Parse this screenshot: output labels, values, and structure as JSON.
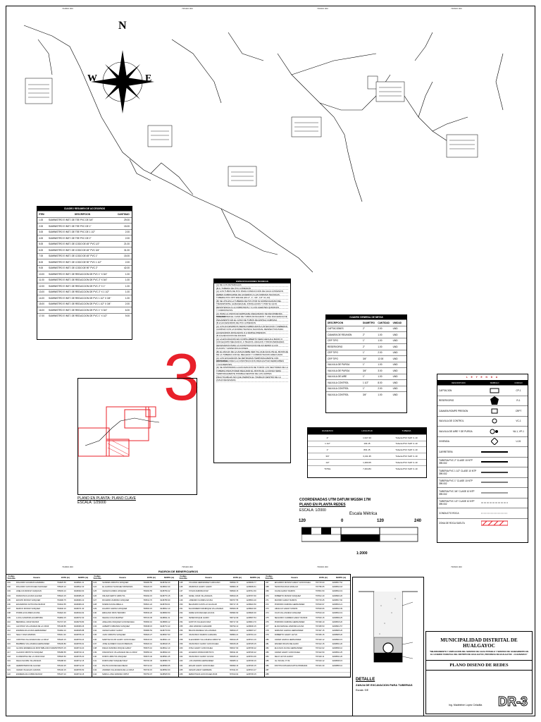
{
  "sheet": {
    "top_grid_labels": [
      "794800.000",
      "795400.000",
      "796000.000",
      "796600.000"
    ],
    "bottom_grid_labels": [
      "794800.000",
      "795400.000",
      "796000.000",
      "796600.000"
    ],
    "compass": {
      "n": "N",
      "s": "",
      "e": "E",
      "w": "W"
    },
    "big_number": "3"
  },
  "accesorios": {
    "title": "CUADRO RESUMEN DE ACCESORIOS",
    "headers": [
      "ITEM",
      "DESCRIPCION",
      "CANTIDAD"
    ],
    "rows": [
      [
        "1.00",
        "SUMINISTRO E INST. DE TEE PVC DE 3/4\"",
        "29.00"
      ],
      [
        "2.00",
        "SUMINISTRO E INST. DE TEE PVC DE 1\"",
        "15.00"
      ],
      [
        "3.00",
        "SUMINISTRO E INST. DE TEE PVC DE 1 1/2\"",
        "2.00"
      ],
      [
        "4.00",
        "SUMINISTRO E INST. DE TEE PVC DE 2\"",
        "2.00"
      ],
      [
        "5.00",
        "SUMINISTRO E INST. DE CODO DE 45° PVC 1/2\"",
        "21.00"
      ],
      [
        "6.00",
        "SUMINISTRO E INST. DE CODO DE 45° PVC 3/4\"",
        "31.00"
      ],
      [
        "7.00",
        "SUMINISTRO E INST. DE CODO DE 45° PVC 1\"",
        "15.00"
      ],
      [
        "8.00",
        "SUMINISTRO E INST. DE CODO DE 90° PVC 1 1/2\"",
        "2.00"
      ],
      [
        "9.00",
        "SUMINISTRO E INST. DE CODO DE 90° PVC 2\"",
        "42.00"
      ],
      [
        "10.00",
        "SUMINISTRO E INST. DE REDUCCION DE PVC 1\" X 3/4\"",
        "1.00"
      ],
      [
        "11.00",
        "SUMINISTRO E INST. DE REDUCCION DE PVC 2\" X 3/4\"",
        "1.00"
      ],
      [
        "12.00",
        "SUMINISTRO E INST. DE REDUCCION DE PVC 2\" X 1\"",
        "1.00"
      ],
      [
        "13.00",
        "SUMINISTRO E INST. DE REDUCCION DE PVC 2\" X 1 1/2\"",
        "1.00"
      ],
      [
        "14.00",
        "SUMINISTRO E INST. DE REDUCCION DE PVC 1 1/2\" X 3/4\"",
        "1.00"
      ],
      [
        "15.00",
        "SUMINISTRO E INST. DE REDUCCION DE PVC 1 1/2\" X 3/4\"",
        "2.00"
      ],
      [
        "16.00",
        "SUMINISTRO E INST. DE REDUCCION DE PVC 1\" X 3/4\"",
        "6.00"
      ],
      [
        "17.00",
        "SUMINISTRO E INST. DE REDUCCION DE PVC 1\" X 1/2\"",
        "9.00"
      ]
    ]
  },
  "especificaciones": {
    "title": "ESPECIFICACIONES TECNICAS",
    "lines": [
      "(A) DE LOS MATERIALES:",
      "(B.1) TUBERIA DE PVC A PRESION",
      "(A) LOS TUBOS DE PVC PARA CONDUCCION DE AGUA A PRESION",
      "DEBEN FABRICARSE DE ACUERDO A LAS NORMAS TECNICAS",
      "TUBERIA PVC NTP 399.002 (DN 2\", 1\", 3/4\", 1/2\" CL-10)",
      "(B) SE UTILIZA LA TUBERIA DE PVC POR SU ESPECIALIDAD DEL",
      "TRANSPORTE, ALMACENAJE, INSTALACION Y POR SU ALTA",
      "RESISTENCIA A LA CORROSION Y A LOS AGENTES QUIMICOS",
      "Y CORROSIVOS.",
      "(C) PARA LA UNION EN EMPALME ASEGURADO SE RECOMIENDA UTILIZAR",
      "TEFLON PARA EL CASO DE TUBOS ROSCADOS Y UNA DILIGENCIA DE",
      "PEGAMENTO EN EL CASO DE TUBOS DE ESPIGA CAMPANA",
      "(B.2) ACCESORIOS DE PVC A PRESION",
      "(A) LOS ACCESORIOS SERAN FABRICADOS A INYECCION Y DEBERAN",
      "CUMPLIR CON LA NORMA TECNICA NACIONAL RESPECTIVA PARA",
      "ACCESORIOS ROSCADOS O A SIMPLE PRESION",
      "(B.3) EJECUCION DE ZANJAS",
      "(A) LA EXCAVACION EN CORTE ABIERTO SERA HECHA A MANO O",
      "CON EQUIPO MECANICO, A TRAZOS, ANCHOS Y PROFUNDIDADES",
      "NECESARIAS PARA LA CONSTRUCCION DE ACUERDO A LOS",
      "PLANOS Y ESPECIFICACIONES.",
      "(B) EL ANCHO DE LA ZANJA DEBE SER TAL QUE FACILITE EL MONTAJE",
      "DE LA TUBERIA CON EL RELLENO Y COMPACTACION ADECUADO.",
      "(C) LOS EXCAVADOS SE RETIRARAN TEMPORALMENTE CON DISTANCIA",
      "ANTICIPADA PARA LA CONSTRUCCION PARA EVITAR DERRUMBES",
      "Y ACCIDENTES.",
      "(D) SE DISPONDRA LA EXCAVACION DE TODOS LOS SECTORES DE LA",
      "TUBERIA PARA PODER REALIZAR EL MONTAJE, LA ZANJA SERA",
      "TEMPORALMENTE POSIBLE DENTRO DE LOS LIMITES",
      "PRACTICABLES SIN QUE PERMITA EL TRABAJO DENTRO DE LA",
      "ZANJA NECESARIA."
    ]
  },
  "metas": {
    "title": "CUADRO GENERAL DE METAS",
    "headers": [
      "DESCRIPCION",
      "DIAMETRO",
      "CANTIDAD",
      "UNIDAD"
    ],
    "rows": [
      [
        "CAPTACIONES",
        "2\"",
        "2.00",
        "UND"
      ],
      [
        "CAMARA DE REUNION",
        "2\"",
        "1.00",
        "UND"
      ],
      [
        "CRP TIPO",
        "1\"",
        "1.00",
        "UND"
      ],
      [
        "RESERVORIO",
        "2\"",
        "1.00",
        "UND"
      ],
      [
        "CRP TIPO",
        "1\"",
        "2.00",
        "UND"
      ],
      [
        "CRP TIPO",
        "3/4\"",
        "12.00",
        "UND"
      ],
      [
        "VALVULA DE PURGA",
        "1\"",
        "1.00",
        "UND"
      ],
      [
        "VALVULA DE PURGA",
        "3/4\"",
        "3.00",
        "UND"
      ],
      [
        "VALVULA DE AIRE",
        "1\"",
        "1.00",
        "UND"
      ],
      [
        "VALVULA CONTROL",
        "1 1/2\"",
        "8.00",
        "UND"
      ],
      [
        "VALVULA CONTROL",
        "1\"",
        "2.00",
        "UND"
      ],
      [
        "VALVULA CONTROL",
        "3/4\"",
        "1.00",
        "UND"
      ]
    ]
  },
  "tuberias": {
    "headers": [
      "DIAMETRO",
      "LONGITUD",
      "TUBERIA"
    ],
    "rows": [
      [
        "2\"",
        "1,917.43",
        "Tuberia PVC SAP C-10"
      ],
      [
        "1 1/2\"",
        "164.15",
        "Tuberia PVC SAP C-10"
      ],
      [
        "1\"",
        "801.15",
        "Tuberia PVC SAP C-10"
      ],
      [
        "3/4\"",
        "3,131.35",
        "Tuberia PVC SAP C-10"
      ],
      [
        "1/2\"",
        "1,360.05",
        "Tuberia PVC SAP C-10"
      ],
      [
        "TOTAL",
        "7,404.84",
        "Tuberia PVC SAP C-10"
      ]
    ]
  },
  "keyplan": {
    "caption": "PLANO EN PLANTA: PLANO CLAVE",
    "scale": "ESCALA: 1/25000"
  },
  "coords": {
    "datum": "COORDENADAS UTM DATUM WGS84 17M",
    "plano": "PLANO EN PLANTA REDES",
    "escala": "ESCALA: 1/2000",
    "scale_title": "Escala Métrica",
    "ticks": [
      "120",
      "0",
      "120",
      "240"
    ],
    "ratio": "1:2000"
  },
  "leyenda": {
    "title": "L E Y E N D A",
    "headers": [
      "DESCRIPCION",
      "SIMBOLO",
      "CODIGO"
    ],
    "rows": [
      [
        "CAPTACION",
        "CP-1"
      ],
      [
        "RESERVORIO",
        "R-1"
      ],
      [
        "CAMARA ROMPE PRESION",
        "CRP7"
      ],
      [
        "VALVULA DE CONTROL",
        "VC-1"
      ],
      [
        "VALVULA DE AIRE Y DE PURGA",
        "VA-1, VP-1"
      ],
      [
        "VIVIENDA",
        "U-01"
      ],
      [
        "CARRETERA",
        ""
      ],
      [
        "TUBERIA PVC 2\" CLASE 10 NTP 399.002",
        ""
      ],
      [
        "TUBERIA PVC 1 1/2\" CLASE 10 NTP 399.002",
        ""
      ],
      [
        "TUBERIA PVC 1\" CLASE 10 NTP 399.002",
        ""
      ],
      [
        "TUBERIA PVC 3/4\" CLASE 10 NTP 399.002",
        ""
      ],
      [
        "TUBERIA PVC 1/2\" CLASE 10 NTP 399.002",
        ""
      ],
      [
        "CONDUCTO ROCA",
        ""
      ],
      [
        "ZONA DE ROCA SUELTA",
        ""
      ]
    ]
  },
  "beneficiarios": {
    "title": "PADRON DE BENEFICIARIOS",
    "headers": [
      "Codigo Vivienda",
      "Usuario",
      "ESTE (m)",
      "NORTE (m)"
    ],
    "columns": [
      [
        [
          "U01",
          "ROLANDO HUAMAN GAMARRA",
          "794825.55",
          "9248601.21"
        ],
        [
          "U02",
          "ROLANDO GOICOCHEA SANCHEZ",
          "795026.10",
          "9248812.40"
        ],
        [
          "U03",
          "ANELCIA MUNOZ CHIQUIAN",
          "795003.10",
          "9248493.00"
        ],
        [
          "U04",
          "FRANCISCA ACUNA GALVEZ",
          "795022.15",
          "9248486.20"
        ],
        [
          "U05",
          "EDUVIN MUNOZ VASQUEZ",
          "794996.75",
          "9248484.10"
        ],
        [
          "U06",
          "EDUARDINO ANTICONA MUNOZ",
          "794942.55",
          "9248480.24"
        ],
        [
          "U07",
          "MARCO MUNOZ VASQUEZ",
          "794940.10",
          "9248471.30"
        ],
        [
          "U08",
          "PORFILIA FLORES ACUNA",
          "794922.30",
          "9248434.92"
        ],
        [
          "U09",
          "LUCILA ZAMORA HUAMPOMA",
          "794894.15",
          "9248372.30"
        ],
        [
          "U10",
          "BENNIDAL CRUZ MUNOZ",
          "794747.25",
          "9248279.80"
        ],
        [
          "U11",
          "ALFONSO VILLANUEVA DE LA CRUZ",
          "795108.85",
          "9248480.26"
        ],
        [
          "U12",
          "ESMIRALDA ACUNA HERNANDEZ",
          "794962.10",
          "9248465.88"
        ],
        [
          "U13",
          "NELLY DIAZ ZAMORA",
          "795211.30",
          "9248706.10"
        ],
        [
          "U14",
          "CRISTINA VILLANUEVA DE LA CRUZ",
          "795220.15",
          "9248700.24"
        ],
        [
          "U15",
          "BAMBIDIA VILLANUEVA HERNANDEZ",
          "795230.80",
          "9248706.91"
        ],
        [
          "U16",
          "GLORIA ESMERALDA MONTEBLANCO MARIN",
          "795370.15",
          "9248710.20"
        ],
        [
          "U17",
          "CLAUDIO MINTOYA VASQUEZ",
          "795486.55",
          "9248740.13"
        ],
        [
          "U18",
          "FLORENTINA DE LA CRUZ DIAZ",
          "795520.50",
          "9248725.20"
        ],
        [
          "U19",
          "DELIA SACIPE VILLANUEVA",
          "795498.30",
          "9248712.15"
        ],
        [
          "U20",
          "HERMINTERIO DE GALVEZ",
          "795102.25",
          "9248712.20"
        ],
        [
          "U21",
          "CESAR VILLEGAS GAVIDIA",
          "795140.15",
          "9248706.50"
        ],
        [
          "U22",
          "ESMERALDA CUBRA MUNOZ",
          "795107.10",
          "9248710.15"
        ]
      ],
      [
        [
          "U23",
          "SANDRA URRUTIA VASQUEZ",
          "796480.55",
          "9248792.20"
        ],
        [
          "U24",
          "EL HAROLD SANCHEZ MONDOZA",
          "796420.15",
          "9248810.30"
        ],
        [
          "U25",
          "CESAR FLORES VASQUEZ",
          "796460.55",
          "9248760.22"
        ],
        [
          "U26",
          "WILIAM CERTO URRUTIA",
          "796492.15",
          "9248770.15"
        ],
        [
          "U27",
          "RICARDO ZAMORA VASQUEZ",
          "796510.70",
          "9248780.90"
        ],
        [
          "U28",
          "NOEMI ACUNA ABELLA",
          "796521.22",
          "9248793.01"
        ],
        [
          "U29",
          "HILARIO GARCIA VASQUEZ",
          "796500.15",
          "9248812.10"
        ],
        [
          "U30",
          "EMILIANO RIOS TENORIO",
          "796533.20",
          "9248800.50"
        ],
        [
          "U31",
          "NELIDA COCA MARTEZ",
          "795723.35",
          "9248811.01"
        ],
        [
          "U32",
          "ADELAIDA VASQUEZ GOICOECHEA",
          "796690.10",
          "9248809.12"
        ],
        [
          "U33",
          "ALBERTO MIRANDA VASQUEZ",
          "796638.15",
          "9248772.43"
        ],
        [
          "U34",
          "CESAR GARAY GARAY",
          "796680.53",
          "9248770.50"
        ],
        [
          "U35",
          "JUAN URRUTIA VASQUEZ",
          "796620.27",
          "9248637.63"
        ],
        [
          "U36",
          "MARTINA FLOR GARAY GOICOCHEA",
          "796615.15",
          "9248641.10"
        ],
        [
          "U37",
          "JOSE ALFREDO CHILON BERLUN",
          "796620.10",
          "9248618.15"
        ],
        [
          "U38",
          "DIEGO ZAMORA ROQUE GARAY",
          "796670.10",
          "9248612.10"
        ],
        [
          "U39",
          "FRANCISCO VILLANUEVA DE LA CRUZ",
          "796650.10",
          "9248602.20"
        ],
        [
          "U40",
          "DORIS URRUTIA VASQUEZ",
          "796670.40",
          "9248591.45"
        ],
        [
          "U41",
          "DORIS MAR VASQUEZ DIAZ",
          "796700.45",
          "9248583.70"
        ],
        [
          "U42",
          "PAUTA GOICOECHEA MEJIA",
          "796710.10",
          "9248560.05"
        ],
        [
          "U43",
          "ANDRES VILLANUEVA DE LA CRUZ",
          "796730.15",
          "9248552.60"
        ],
        [
          "U44",
          "MARIA LUISA ZAMORA ORTIZ",
          "796750.07",
          "9248525.50"
        ]
      ],
      [
        [
          "U45",
          "YOLANDA HERNANDEZ CARCASIO",
          "796830.70",
          "9248609.77"
        ],
        [
          "U46",
          "MANRONA GARAY GARAY",
          "796860.15",
          "9248609.61"
        ],
        [
          "U47",
          "YOVAN ZAMORA RUIZ",
          "796840.15",
          "9248712.60"
        ],
        [
          "U48",
          "JHOEL CRUZ VILLANUEVA",
          "796810.26",
          "9248707.60"
        ],
        [
          "U49",
          "LORENZO FLORES ACUNA",
          "796707.55",
          "9248501.20"
        ],
        [
          "U50",
          "BELIZARIO CASTILLO AGUILAR",
          "796717.15",
          "9248622.50"
        ],
        [
          "U51",
          "BALDOMERO MANRIQUE VILLANUEVA",
          "796660.35",
          "9248622.90"
        ],
        [
          "U52",
          "JAIME GOICOECHEA ACUNA",
          "796682.90",
          "9248620.30"
        ],
        [
          "U53",
          "PEPER ROQUE GARAY",
          "796712.09",
          "9248597.54"
        ],
        [
          "U54",
          "SANTOS VILLEGAS DIAZ",
          "796717.30",
          "9248613.70"
        ],
        [
          "U55",
          "LIDIA ZAMORA CHAVARRI",
          "796790.10",
          "9248630.15"
        ],
        [
          "U56",
          "BRAUN MANIEGA VILLANUEVA",
          "796810.27",
          "9248697.27"
        ],
        [
          "U57",
          "FRANCISCO RAMOS GUEVARA",
          "796864.21",
          "9248701.10"
        ],
        [
          "U58",
          "ALEJANDRO VILLANUEVA URRUTIA",
          "796910.25",
          "9248721.16"
        ],
        [
          "U59",
          "FRANCISCO GARAY GOICOCHEA",
          "796915.26",
          "9248725.15"
        ],
        [
          "U60",
          "ROSA GARAY GOICOCHEA",
          "796917.90",
          "9248736.22"
        ],
        [
          "U61",
          "EUGENIO MORAN MINTOYA",
          "796911.40",
          "9248720.22"
        ],
        [
          "U62",
          "FRANCISCO GARAY ACUNA",
          "796945.22",
          "9248719.36"
        ],
        [
          "U63",
          "LUIS ZAMORA HERNANDEZ",
          "796965.11",
          "9248736.16"
        ],
        [
          "U64",
          "EDGAR GARAY GOICOCHEA",
          "796990.16",
          "9248720.15"
        ],
        [
          "U65",
          "CESAR GARAY HERRERA",
          "797011.15",
          "9248721.27"
        ],
        [
          "U66",
          "SEBASTIANA GOICOCHEA RUIZ",
          "797013.02",
          "9248745.15"
        ]
      ],
      [
        [
          "U67",
          "EDUARDO MUNOZ GARAY GOICOCHEA",
          "797715.00",
          "9248817.52"
        ],
        [
          "U68",
          "TEODOSIA DIAZ HIDALGO",
          "797780.05",
          "9248810.18"
        ],
        [
          "U69",
          "JUANA GARAY RAMOS",
          "797801.50",
          "9248810.19"
        ],
        [
          "U70",
          "ROBERTO MUNOZ VASQUEZ",
          "797812.40",
          "9248820.26"
        ],
        [
          "U71",
          "MAXIMO GARAY RAMOS",
          "797715.25",
          "9248817.60"
        ],
        [
          "U72",
          "PORFIRIO ZAMORA HERNANDEZ",
          "797620.97",
          "9248816.21"
        ],
        [
          "U73",
          "HIDALGO GARAY RAMOS",
          "797620.06",
          "9248810.39"
        ],
        [
          "U74",
          "JUAN VILLANUEVA VASQUEZ",
          "797510.20",
          "9248810.19"
        ],
        [
          "U75",
          "SEGUNDO CARMEN GARAY MUNOZ",
          "797500.15",
          "9248809.25"
        ],
        [
          "U76",
          "PORFIRIO ZAMORA HERNANDEZ",
          "797490.10",
          "9248815.20"
        ],
        [
          "U77",
          "ELIDA MANUEL ZAMORA ACUNA",
          "797495.53",
          "9248821.57"
        ],
        [
          "U78",
          "ADRIANO GARCIA HERNANDEZ",
          "797497.15",
          "9248825.26"
        ],
        [
          "U79",
          "ROBERTO GARAY LEYVA",
          "797450.15",
          "9248825.20"
        ],
        [
          "U80",
          "JAVIER GARCIA HERNANDEZ",
          "797420.12",
          "9248820.15"
        ],
        [
          "U81",
          "WILDER ROJAS DELGADO",
          "797412.15",
          "9248831.20"
        ],
        [
          "U82",
          "EULOGIO ACUNA HERNANDEZ",
          "797412.02",
          "9248836.10"
        ],
        [
          "U83",
          "JAVIER GARAY GOICOCHEA",
          "797422.50",
          "9248841.25"
        ],
        [
          "U84",
          "FELIX LEYVA GARAY",
          "797420.11",
          "9248841.26"
        ],
        [
          "U85",
          "I.E. INICIAL N° 82",
          "797410.12",
          "9248845.15"
        ],
        [
          "U86",
          "INSTITUCION EDUCATIVA PRIMARIA",
          "797401.30",
          "9248855.10"
        ],
        [
          "U87",
          "",
          ""
        ],
        [
          "U88",
          "",
          ""
        ]
      ]
    ]
  },
  "detalle": {
    "title": "DETALLE",
    "subtitle": "ZANJA DE EXCAVACION PARA TUBERIAS",
    "scale": "Escala: S/E"
  },
  "titleblock": {
    "entity": "MUNICIPALIDAD DISTRITAL DE HUALGAYOC",
    "project": "\"MEJORAMIENTO Y AMPLIACION DEL SERVICIO DE AGUA POTABLE Y SERVICIO DE SANEAMIENTO EN EL CASERIO TANDAYAL DEL DISTRITO DE HUALGAYOC, PROVINCIA DE HUALGAYOC - CAJAMARCA\"",
    "plano": "PLANO DISENO DE REDES",
    "engineer": "Ing. Madeleine Lopez Celadita",
    "code": "DR-3"
  },
  "colors": {
    "accent": "#e8202a",
    "ink": "#000000"
  }
}
